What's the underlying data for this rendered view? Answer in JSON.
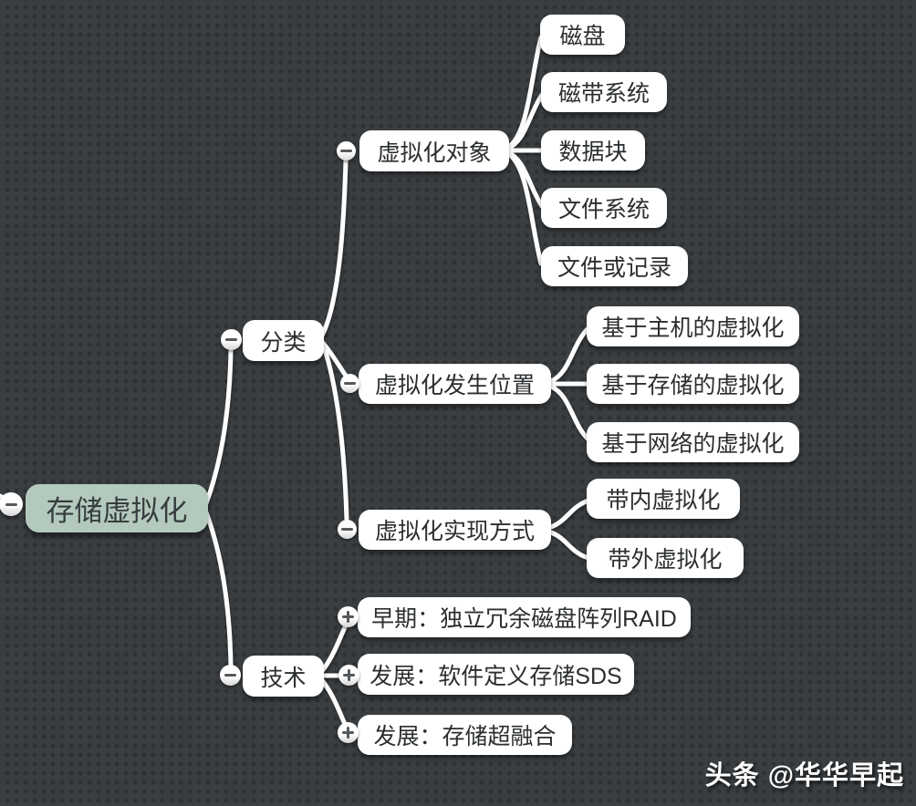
{
  "canvas": {
    "background_color": "#3a3e41",
    "dot_color": "#2d3134",
    "line_color": "#fdfdfd",
    "node_color": "#ffffff",
    "root_node_color": "#b3c9bd",
    "text_color": "#2b2e30"
  },
  "mindmap": {
    "tree": {
      "label": "存储虚拟化",
      "toggle": "minus",
      "children": [
        {
          "label": "分类",
          "toggle": "minus",
          "children": [
            {
              "label": "虚拟化对象",
              "toggle": "minus",
              "children": [
                {
                  "label": "磁盘"
                },
                {
                  "label": "磁带系统"
                },
                {
                  "label": "数据块"
                },
                {
                  "label": "文件系统"
                },
                {
                  "label": "文件或记录"
                }
              ]
            },
            {
              "label": "虚拟化发生位置",
              "toggle": "minus",
              "children": [
                {
                  "label": "基于主机的虚拟化"
                },
                {
                  "label": "基于存储的虚拟化"
                },
                {
                  "label": "基于网络的虚拟化"
                }
              ]
            },
            {
              "label": "虚拟化实现方式",
              "toggle": "minus",
              "children": [
                {
                  "label": "带内虚拟化"
                },
                {
                  "label": "带外虚拟化"
                }
              ]
            }
          ]
        },
        {
          "label": "技术",
          "toggle": "minus",
          "children": [
            {
              "label": "早期：独立冗余磁盘阵列RAID",
              "toggle": "plus"
            },
            {
              "label": "发展：软件定义存储SDS",
              "toggle": "plus"
            },
            {
              "label": "发展：存储超融合",
              "toggle": "plus"
            }
          ]
        }
      ]
    },
    "icons": {
      "collapse": "minus-icon",
      "expand": "plus-icon"
    }
  },
  "watermark": {
    "text": "头条 @华华早起"
  }
}
